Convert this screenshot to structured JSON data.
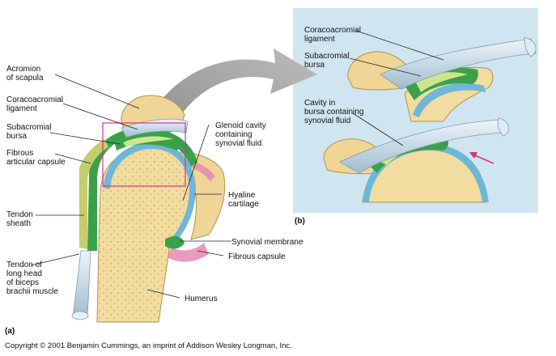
{
  "panel_a": {
    "label": "(a)",
    "labels": {
      "acromion": "Acromion\nof scapula",
      "coracoacromial": "Coracoacromial\nligament",
      "subacromial": "Subacromial\nbursa",
      "fibrous_articular": "Fibrous\narticular capsule",
      "tendon_sheath": "Tendon\nsheath",
      "tendon_biceps": "Tendon of\nlong head\nof biceps\nbrachii muscle",
      "glenoid": "Glenoid cavity\ncontaining\nsynovial fluid",
      "hyaline": "Hyaline\ncartilage",
      "synovial_membrane": "Synovial membrane",
      "fibrous_capsule": "Fibrous capsule",
      "humerus": "Humerus"
    }
  },
  "panel_b": {
    "label": "(b)",
    "labels": {
      "coracoacromial": "Coracoacromial\nligament",
      "subacromial": "Subacromial\nbursa",
      "cavity": "Cavity in\nbursa containing\nsynovial fluid"
    }
  },
  "copyright": "Copyright © 2001 Benjamin Cummings, an imprint of Addison Wesley Longman, Inc.",
  "colors": {
    "bone": "#f2dca0",
    "bone_dark": "#d9b66a",
    "cartilage": "#7ec8e3",
    "bursa": "#3aa14a",
    "ligament": "#c9dde8",
    "panel_bg": "#cfe6f0",
    "capsule_pink": "#e58ab0"
  }
}
